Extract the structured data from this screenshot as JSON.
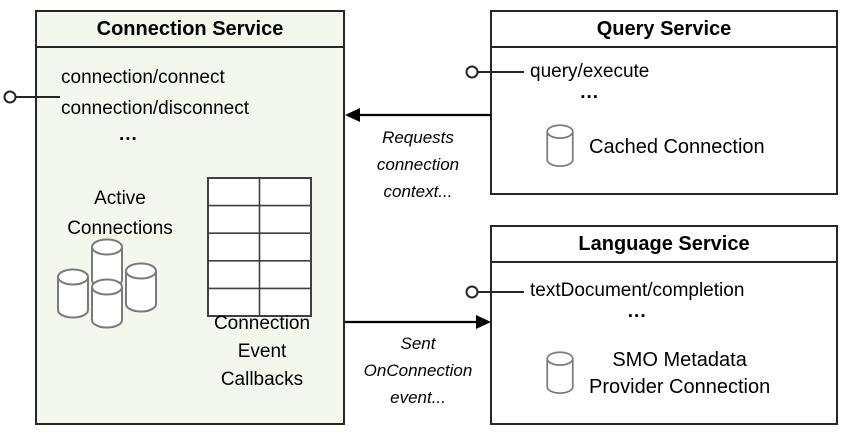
{
  "colors": {
    "connection_bg": "#f3f7ee",
    "border": "#262626",
    "cylinder_stroke": "#7a7a7a",
    "grid_stroke": "#3f3f3f",
    "arrow": "#000000"
  },
  "connection_service": {
    "title": "Connection Service",
    "methods": [
      "connection/connect",
      "connection/disconnect",
      "..."
    ],
    "active_connections_label": [
      "Active",
      "Connections"
    ],
    "callbacks_label": [
      "Connection",
      "Event",
      "Callbacks"
    ]
  },
  "query_service": {
    "title": "Query Service",
    "method": "query/execute",
    "ellipsis": "...",
    "connection_label": "Cached Connection"
  },
  "language_service": {
    "title": "Language Service",
    "method": "textDocument/completion",
    "ellipsis": "...",
    "connection_label": [
      "SMO Metadata",
      "Provider Connection"
    ]
  },
  "annotations": {
    "requests_connection": [
      "Requests",
      "connection",
      "context..."
    ],
    "sent_event": [
      "Sent",
      "OnConnection",
      "event..."
    ]
  },
  "icons": {
    "database_cylinder": "database-cylinder-icon",
    "callbacks_table": "table-grid-icon",
    "interface_connector": "lollipop-interface-icon"
  }
}
